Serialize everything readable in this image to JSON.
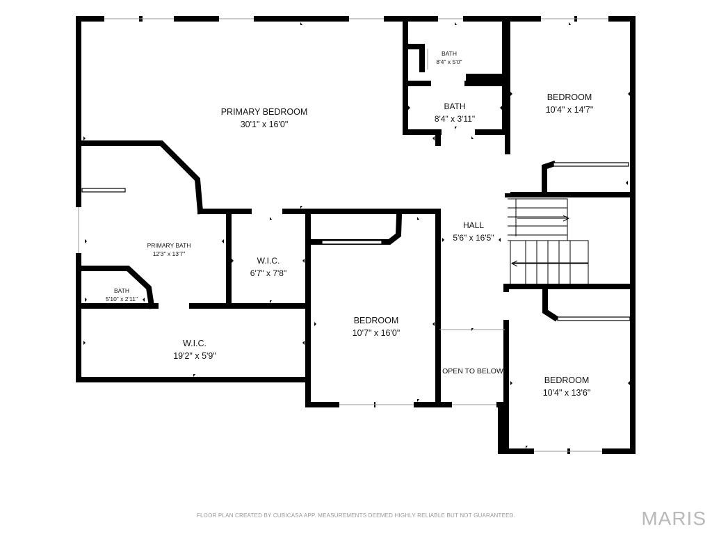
{
  "rooms": [
    {
      "id": "primary-bedroom",
      "name": "PRIMARY BEDROOM",
      "size": "30'1\" x 16'0\""
    },
    {
      "id": "bath-upper",
      "name": "BATH",
      "size": "8'4\" x 5'0\""
    },
    {
      "id": "bath-lower",
      "name": "BATH",
      "size": "8'4\" x 3'11\""
    },
    {
      "id": "bedroom-ne",
      "name": "BEDROOM",
      "size": "10'4\" x 14'7\""
    },
    {
      "id": "hall",
      "name": "HALL",
      "size": "5'6\" x 16'5\""
    },
    {
      "id": "primary-bath",
      "name": "PRIMARY BATH",
      "size": "12'3\" x 13'7\""
    },
    {
      "id": "wic-small",
      "name": "W.I.C.",
      "size": "6'7\" x 7'8\""
    },
    {
      "id": "bath-small",
      "name": "BATH",
      "size": "5'10\" x 2'11\""
    },
    {
      "id": "wic-long",
      "name": "W.I.C.",
      "size": "19'2\" x 5'9\""
    },
    {
      "id": "bedroom-center",
      "name": "BEDROOM",
      "size": "10'7\" x 16'0\""
    },
    {
      "id": "open-to-below",
      "name": "OPEN TO BELOW",
      "size": ""
    },
    {
      "id": "bedroom-se",
      "name": "BEDROOM",
      "size": "10'4\" x 13'6\""
    }
  ],
  "footer": {
    "note": "FLOOR PLAN CREATED BY CUBICASA APP. MEASUREMENTS DEEMED HIGHLY RELIABLE BUT NOT GUARANTEED."
  },
  "brand": {
    "logo_text": "MARIS"
  },
  "colors": {
    "wall": "#000000",
    "window": "#ffffff",
    "background": "#ffffff",
    "footer_text": "#9a9a9a",
    "logo": "#b9b9b9"
  }
}
